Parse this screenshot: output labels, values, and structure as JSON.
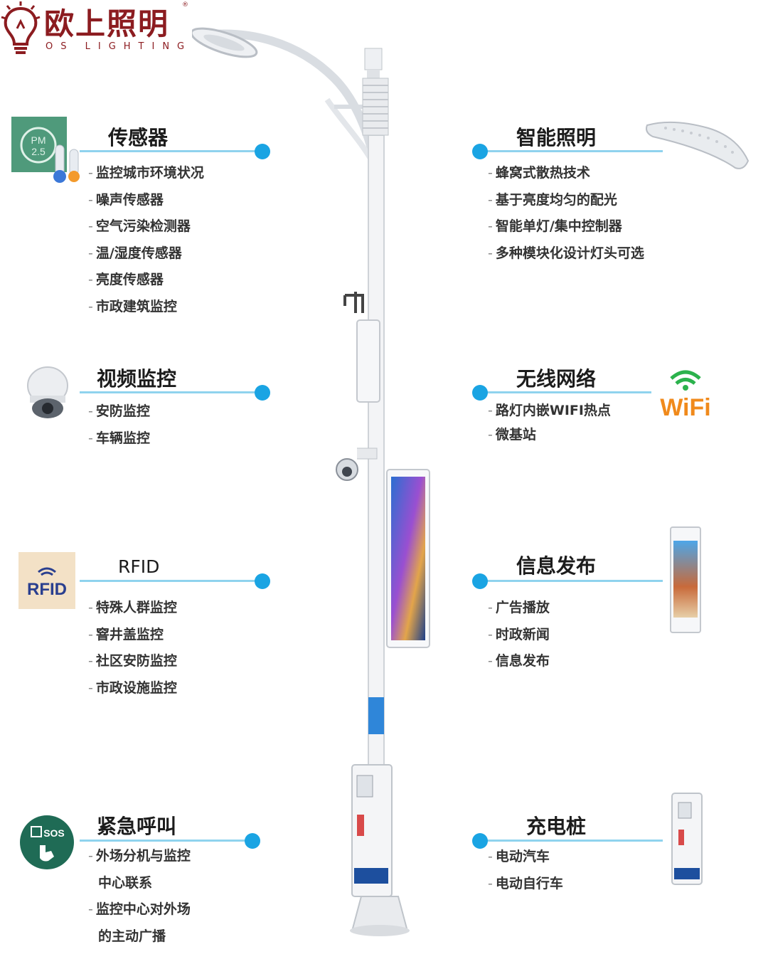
{
  "brand": {
    "name": "欧上照明",
    "sub": "OS LIGHTING",
    "reg": "®"
  },
  "left_sections": [
    {
      "id": "sensor",
      "title": "传感器",
      "icon": "pm25-sensor-icon",
      "items": [
        "监控城市环境状况",
        "噪声传感器",
        "空气污染检测器",
        "温/湿度传感器",
        "亮度传感器",
        "市政建筑监控"
      ]
    },
    {
      "id": "video",
      "title": "视频监控",
      "icon": "dome-camera-icon",
      "items": [
        "安防监控",
        "车辆监控"
      ]
    },
    {
      "id": "rfid",
      "title": "RFID",
      "icon": "rfid-icon",
      "icon_text": "RFID",
      "items": [
        "特殊人群监控",
        "窨井盖监控",
        "社区安防监控",
        "市政设施监控"
      ]
    },
    {
      "id": "emergency",
      "title": "紧急呼叫",
      "icon": "sos-call-icon",
      "icon_text": "SOS",
      "items": [
        "外场分机与监控",
        "中心联系",
        "监控中心对外场",
        "的主动广播"
      ]
    }
  ],
  "right_sections": [
    {
      "id": "lighting",
      "title": "智能照明",
      "icon": "led-lamp-head-icon",
      "items": [
        "蜂窝式散热技术",
        "基于亮度均匀的配光",
        "智能单灯/集中控制器",
        "多种模块化设计灯头可选"
      ]
    },
    {
      "id": "wireless",
      "title": "无线网络",
      "icon": "wifi-icon",
      "icon_text": "WiFi",
      "items": [
        "路灯内嵌WIFI热点",
        "微基站"
      ]
    },
    {
      "id": "info",
      "title": "信息发布",
      "icon": "display-screen-icon",
      "items": [
        "广告播放",
        "时政新闻",
        "信息发布"
      ]
    },
    {
      "id": "charging",
      "title": "充电桩",
      "icon": "charging-pile-icon",
      "items": [
        "电动汽车",
        "电动自行车"
      ]
    }
  ],
  "colors": {
    "accent": "#1aa4e3",
    "line": "#8fd3ee",
    "brand": "#8c1c20",
    "pole": "#f3f4f6"
  }
}
